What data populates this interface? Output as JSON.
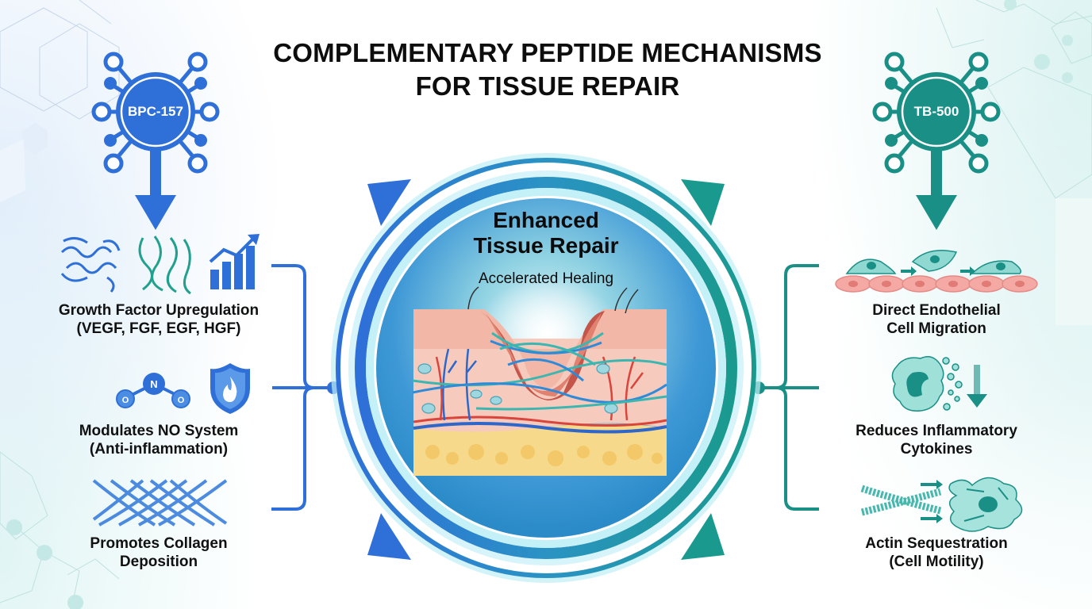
{
  "title": {
    "line1": "COMPLEMENTARY PEPTIDE MECHANISMS",
    "line2": "FOR TISSUE REPAIR"
  },
  "colors": {
    "bpc_blue": "#2f6fd8",
    "tb_teal": "#1a8f86",
    "center_blue": "#2a7bd6",
    "center_teal": "#2aa7a0",
    "text": "#111111"
  },
  "left_peptide": {
    "name": "BPC-157",
    "icon": "molecule-hub-icon",
    "mechanisms": [
      {
        "line1": "Growth Factor Upregulation",
        "line2": "(VEGF, FGF, EGF, HGF)",
        "icons": [
          "protein-helix-icon",
          "protein-fold-icon",
          "bar-chart-up-icon"
        ]
      },
      {
        "line1": "Modulates NO System",
        "line2": "(Anti-inflammation)",
        "icons": [
          "no2-molecule-icon",
          "shield-flame-icon"
        ]
      },
      {
        "line1": "Promotes Collagen",
        "line2": "Deposition",
        "icons": [
          "collagen-mesh-icon"
        ]
      }
    ]
  },
  "right_peptide": {
    "name": "TB-500",
    "icon": "molecule-hub-icon",
    "mechanisms": [
      {
        "line1": "Direct Endothelial",
        "line2": "Cell Migration",
        "icons": [
          "migrating-cells-icon"
        ]
      },
      {
        "line1": "Reduces Inflammatory",
        "line2": "Cytokines",
        "icons": [
          "macrophage-icon",
          "down-arrow-icon"
        ]
      },
      {
        "line1": "Actin Sequestration",
        "line2": "(Cell Motility)",
        "icons": [
          "actin-filament-icon",
          "motile-cell-icon"
        ]
      }
    ]
  },
  "center": {
    "title_line1": "Enhanced",
    "title_line2": "Tissue Repair",
    "subtitle": "Accelerated Healing",
    "illustration": "skin-wound-cross-section-icon"
  }
}
